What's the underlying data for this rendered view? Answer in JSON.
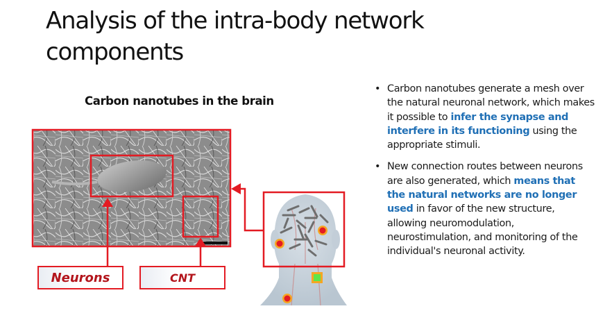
{
  "slide": {
    "title": "Analysis of the intra-body network components",
    "figure": {
      "caption": "Carbon nanotubes in the brain",
      "label_neurons": "Neurons",
      "label_cnt": "CNT",
      "colors": {
        "frame": "#e31b23",
        "label_text": "#b3151c",
        "sensor_dot": "#e31b23",
        "sensor_ring": "#f5a623",
        "gateway": "#5ee64a"
      }
    },
    "bullets": [
      {
        "before": "Carbon nanotubes generate a mesh over the natural neuronal network, which makes it possible to ",
        "highlight": "infer the synapse and interfere in its functioning",
        "after": " using the appropriate stimuli."
      },
      {
        "before": "New connection routes between neurons are also generated, which ",
        "highlight": "means that the natural networks are no longer used",
        "after": " in favor of the new structure, allowing neuromodulation, neurostimulation, and monitoring of the individual's neuronal activity."
      }
    ],
    "bullet_glyph": "•",
    "highlight_color": "#1f6fb5"
  }
}
